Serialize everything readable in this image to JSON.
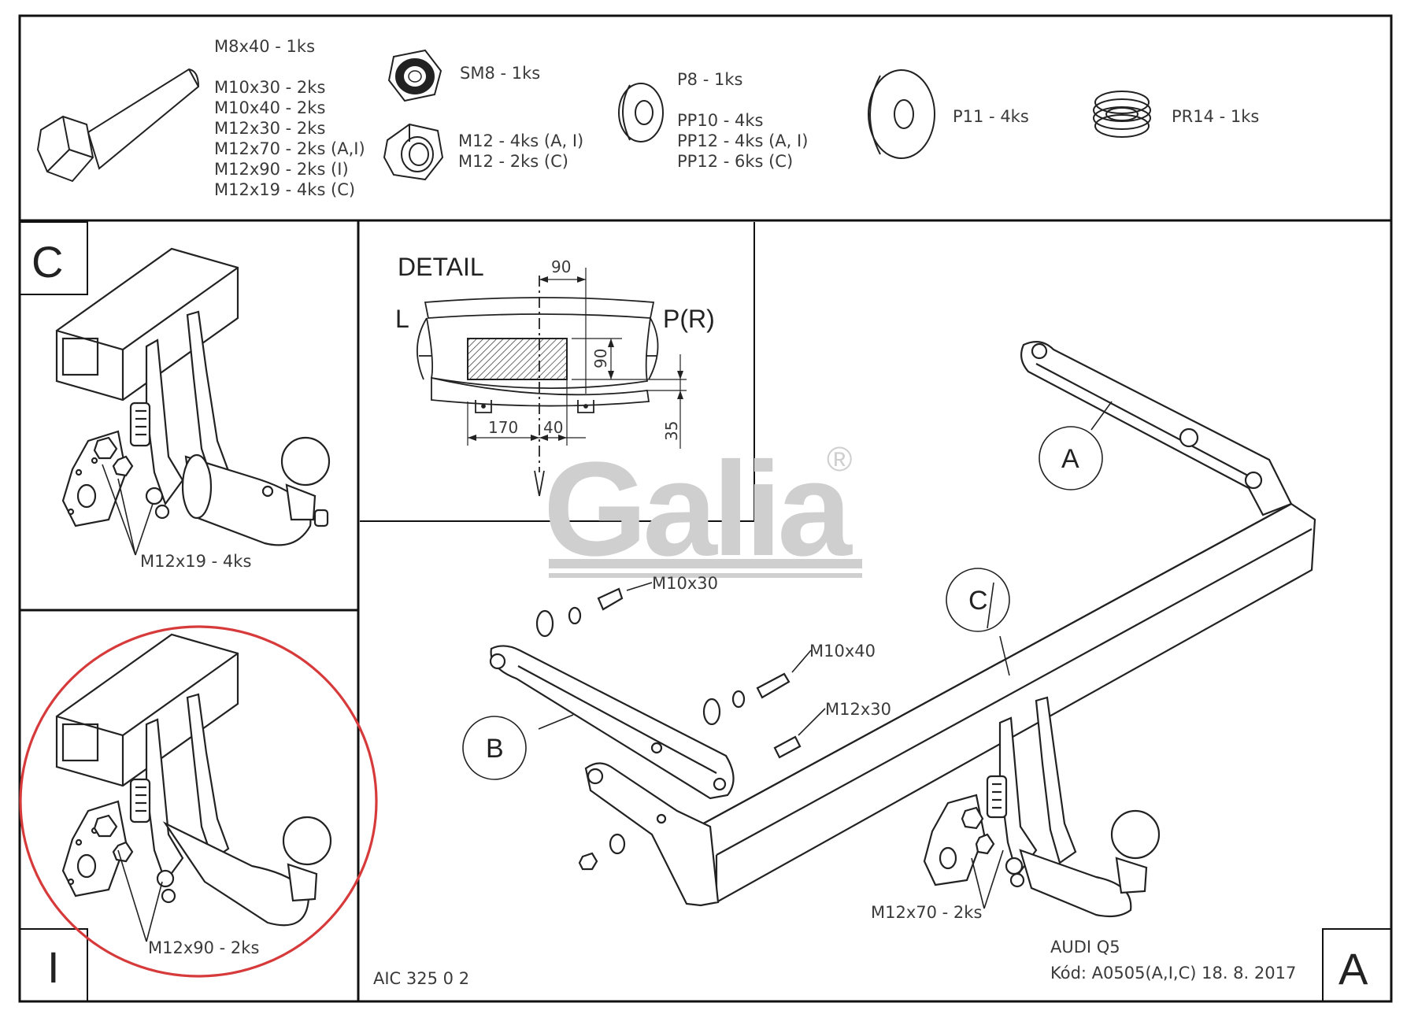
{
  "parts": {
    "bolt_list": [
      "M8x40 - 1ks",
      "M10x30 - 2ks",
      "M10x40 - 2ks",
      "M12x30 - 2ks",
      "M12x70 - 2ks (A,I)",
      "M12x90 - 2ks (I)",
      "M12x19 - 4ks (C)"
    ],
    "sm8": "SM8 - 1ks",
    "m12_nuts": [
      "M12 - 4ks (A, I)",
      "M12 - 2ks (C)"
    ],
    "p8": "P8 - 1ks",
    "pp_list": [
      "PP10 - 4ks",
      "PP12 - 4ks (A, I)",
      "PP12 - 6ks (C)"
    ],
    "p11": "P11 - 4ks",
    "pr14": "PR14 - 1ks"
  },
  "panel_c": {
    "letter": "C",
    "callout": "M12x19 - 4ks"
  },
  "panel_i": {
    "letter": "I",
    "callout": "M12x90 - 2ks"
  },
  "detail": {
    "title": "DETAIL",
    "left": "L",
    "right": "P(R)",
    "dim_top": "90",
    "dim_height": "90",
    "dim_170": "170",
    "dim_40": "40",
    "dim_35": "35"
  },
  "watermark": {
    "brand": "Galia",
    "registered": "®"
  },
  "main": {
    "letter": "A",
    "callouts": {
      "a": "A",
      "b": "B",
      "c": "C"
    },
    "labels": {
      "m10x30": "M10x30",
      "m10x40": "M10x40",
      "m12x30": "M12x30",
      "m12x70": "M12x70 - 2ks"
    }
  },
  "footer": {
    "code_left": "AIC 325 0 2",
    "car": "AUDI Q5",
    "code": "Kód: A0505(A,I,C)  18. 8. 2017"
  }
}
